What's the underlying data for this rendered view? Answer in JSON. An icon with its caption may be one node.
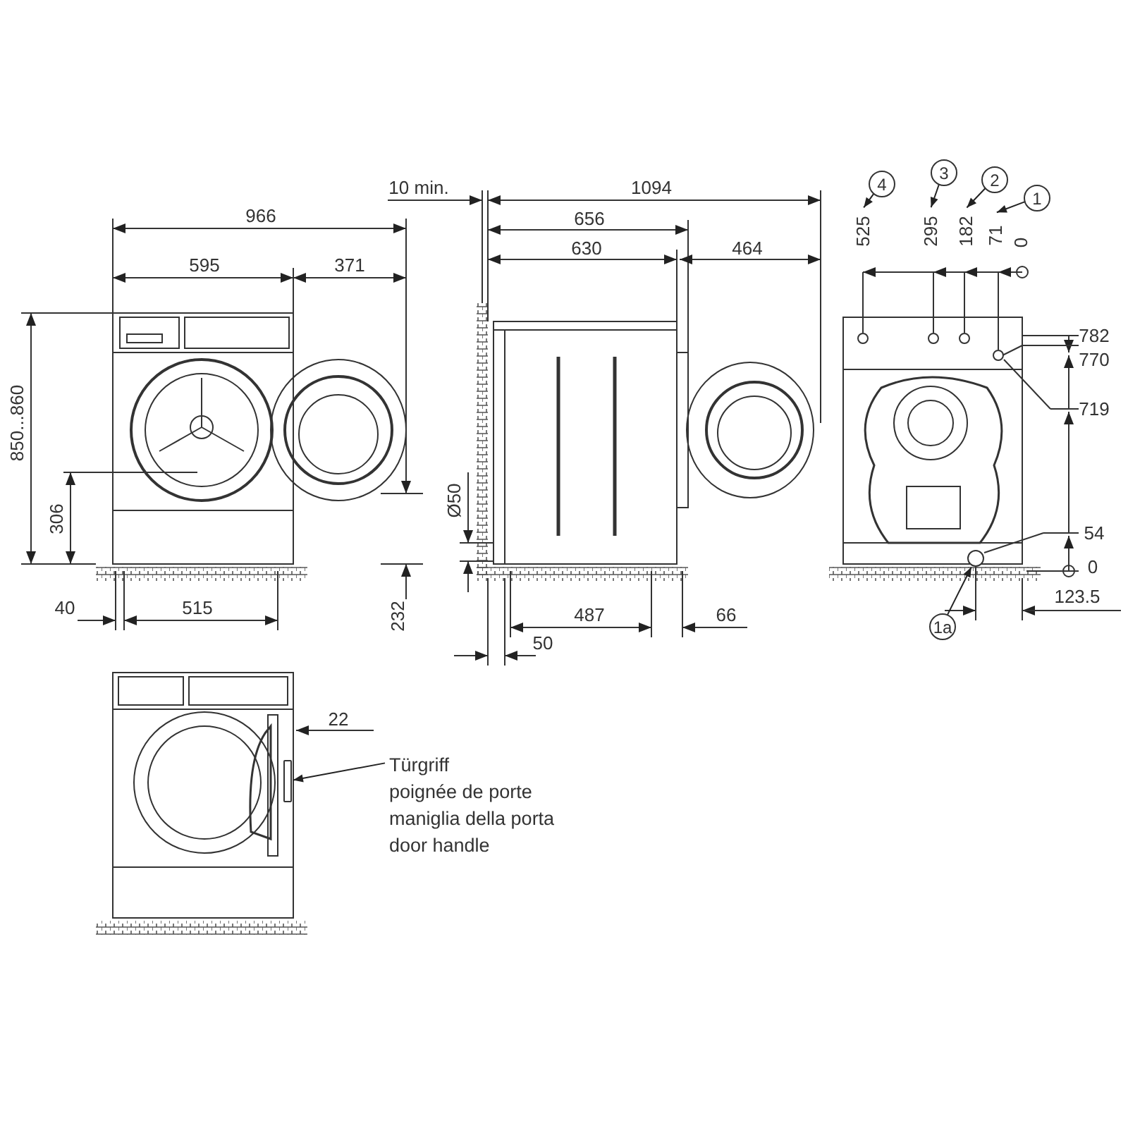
{
  "diagram": {
    "nodes": [
      {
        "text": [
          "4"
        ]
      },
      {
        "text": [
          "3"
        ]
      },
      {
        "text": [
          "2"
        ]
      },
      {
        "text": [
          "1"
        ]
      },
      {
        "text": [
          "525"
        ]
      },
      {
        "text": [
          "295"
        ]
      },
      {
        "text": [
          "182"
        ]
      },
      {
        "text": [
          "71"
        ]
      },
      {
        "text": [
          "1a"
        ]
      },
      {
        "text": [],
        "shape": "circle"
      },
      {
        "text": [
          "Türgriff",
          "poignée de porte",
          "maniglia della porta",
          "door handle"
        ]
      },
      {
        "text": [],
        "shape": "bar"
      }
    ],
    "edges": [
      {
        "from": 0,
        "to": 4,
        "arrow": "to"
      },
      {
        "from": 1,
        "to": 5,
        "arrow": "to"
      },
      {
        "from": 2,
        "to": 6,
        "arrow": "to"
      },
      {
        "from": 3,
        "to": 7,
        "arrow": "to"
      },
      {
        "from": 8,
        "to": 9,
        "arrow": "to"
      },
      {
        "from": 10,
        "to": 11,
        "arrow": "to"
      }
    ],
    "labels": [
      "966",
      "595",
      "371",
      "850...860",
      "306",
      "40",
      "515",
      "232",
      "10 min.",
      "1094",
      "656",
      "630",
      "464",
      "Ø50",
      "487",
      "66",
      "50",
      "0",
      "782",
      "770",
      "719",
      "54",
      "0",
      "123.5",
      "22"
    ]
  }
}
